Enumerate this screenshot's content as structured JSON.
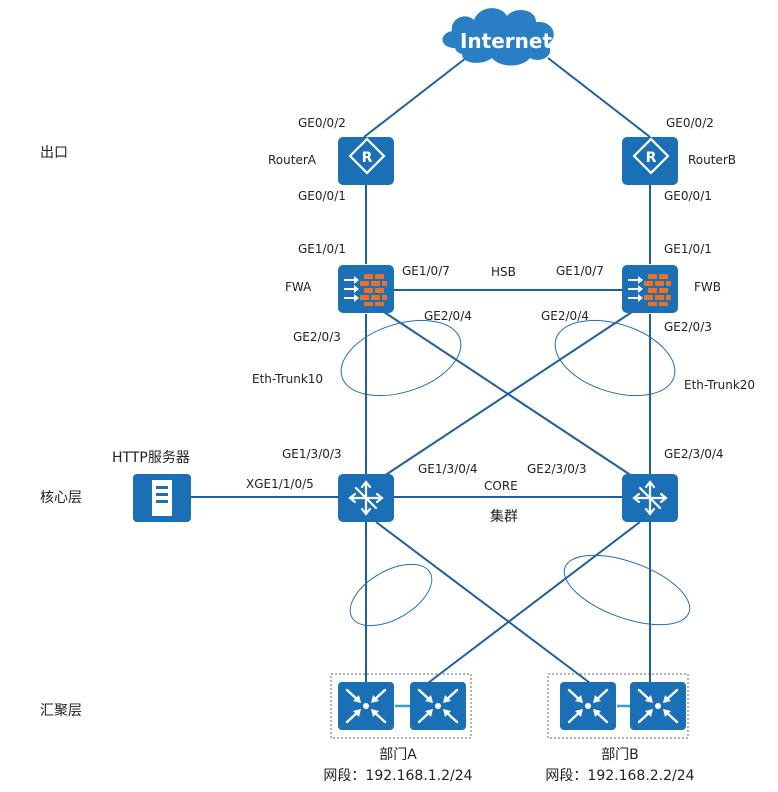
{
  "colors": {
    "device": "#1b6fb5",
    "wire": "#1f5f9e",
    "cloud": "#2a7fc4",
    "access_link": "#2f9fd8"
  },
  "internet": {
    "label": "Internet",
    "icon": "cloud-icon"
  },
  "layers": {
    "egress": "出口",
    "core": "核心层",
    "aggregation": "汇聚层"
  },
  "routers": {
    "a": {
      "name": "RouterA",
      "icon": "router-icon",
      "port_up": "GE0/0/2",
      "port_down": "GE0/0/1"
    },
    "b": {
      "name": "RouterB",
      "icon": "router-icon",
      "port_up": "GE0/0/2",
      "port_down": "GE0/0/1"
    }
  },
  "firewalls": {
    "a": {
      "name": "FWA",
      "icon": "firewall-icon",
      "port_up": "GE1/0/1",
      "port_hsb": "GE1/0/7",
      "port_down_1": "GE2/0/3",
      "port_down_2": "GE2/0/4",
      "trunk": "Eth-Trunk10"
    },
    "b": {
      "name": "FWB",
      "icon": "firewall-icon",
      "port_up": "GE1/0/1",
      "port_hsb": "GE1/0/7",
      "port_down_1": "GE2/0/4",
      "port_down_2": "GE2/0/3",
      "trunk": "Eth-Trunk20"
    }
  },
  "hsb_link": "HSB",
  "core": {
    "a": {
      "icon": "core-switch-icon",
      "port_1": "GE1/3/0/3",
      "port_2": "GE1/3/0/4",
      "server_port": "XGE1/1/0/5"
    },
    "b": {
      "icon": "core-switch-icon",
      "port_1": "GE2/3/0/3",
      "port_2": "GE2/3/0/4"
    },
    "link_label": "CORE",
    "cluster_label": "集群"
  },
  "server": {
    "name": "HTTP服务器",
    "icon": "server-icon"
  },
  "departments": [
    {
      "name": "部门A",
      "segment": "网段：192.168.1.2/24",
      "icon": "aggregation-switch-icon"
    },
    {
      "name": "部门B",
      "segment": "网段：192.168.2.2/24",
      "icon": "aggregation-switch-icon"
    }
  ]
}
